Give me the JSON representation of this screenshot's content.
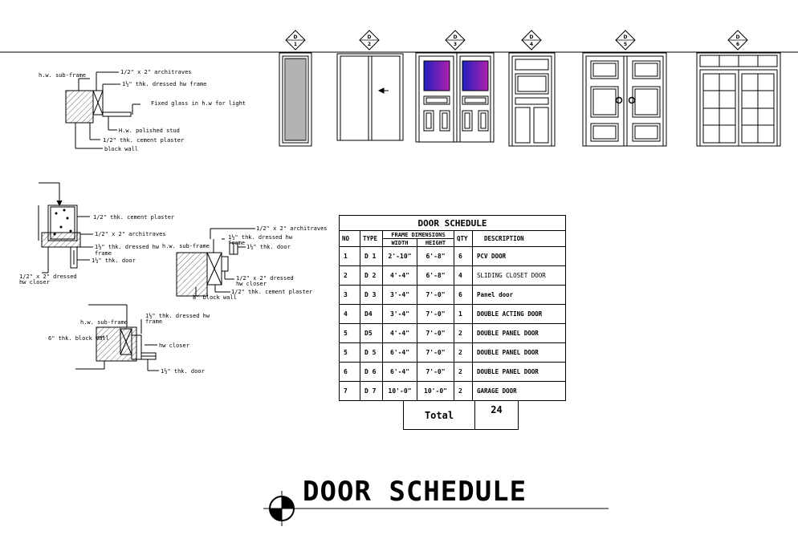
{
  "page_title": "DOOR SCHEDULE",
  "door_marks": [
    {
      "letter": "D",
      "number": "1"
    },
    {
      "letter": "D",
      "number": "2"
    },
    {
      "letter": "D",
      "number": "3"
    },
    {
      "letter": "D",
      "number": "4"
    },
    {
      "letter": "D",
      "number": "5"
    },
    {
      "letter": "D",
      "number": "6"
    }
  ],
  "detail1": {
    "sub_frame": "h.w. sub-frame",
    "architraves": "1/2\" x 2\" architraves",
    "dressed_frame": "1½\" thk. dressed hw frame",
    "fixed_glass": "Fixed glass in h.w for light",
    "polished_stud": "H.w. polished stud",
    "cement_plaster": "1/2\" thk. cement plaster",
    "block_wall": "block wall"
  },
  "detail2": {
    "cement_plaster": "1/2\" thk. cement plaster",
    "architraves": "1/2\" x 2\" architraves",
    "dressed_frame_1": "1½\" thk. dressed hw",
    "dressed_frame_2": "frame",
    "door": "1½\" thk. door",
    "closer_1": "1/2\" x 2\" dressed",
    "closer_2": "hw closer"
  },
  "detail3": {
    "architraves": "1/2\" x 2\" architraves",
    "sub_frame": "h.w. sub-frame",
    "dressed_frame_1": "1½\" thk. dressed hw",
    "dressed_frame_2": "frame",
    "door": "1½\" thk. door",
    "closer_1": "1/2\" x 2\" dressed",
    "closer_2": "hw closer",
    "cement_plaster": "1/2\" thk. cement plaster",
    "block_wall": "8\" block wall"
  },
  "detail4": {
    "sub_frame": "h.w. sub-frame",
    "dressed_frame_1": "1½\" thk. dressed hw",
    "dressed_frame_2": "frame",
    "block_wall": "6\" thk. block wall",
    "closer": "hw closer",
    "door": "1½\" thk. door"
  },
  "schedule": {
    "title": "DOOR SCHEDULE",
    "headers": {
      "no": "NO",
      "type": "TYPE",
      "frame_dimensions": "FRAME DIMENSIONS",
      "width": "WIDTH",
      "height": "HEIGHT",
      "qty": "QTY",
      "description": "DESCRIPTION"
    },
    "rows": [
      {
        "no": "1",
        "type": "D 1",
        "width": "2'-10\"",
        "height": "6'-8\"",
        "qty": "6",
        "description": "PCV DOOR"
      },
      {
        "no": "2",
        "type": "D 2",
        "width": "4'-4\"",
        "height": "6'-8\"",
        "qty": "4",
        "description": "SLIDING CLOSET DOOR"
      },
      {
        "no": "3",
        "type": "D 3",
        "width": "3'-4\"",
        "height": "7'-0\"",
        "qty": "6",
        "description": "Panel door"
      },
      {
        "no": "4",
        "type": "D4",
        "width": "3'-4\"",
        "height": "7'-0\"",
        "qty": "1",
        "description": "DOUBLE ACTING DOOR"
      },
      {
        "no": "5",
        "type": "D5",
        "width": "4'-4\"",
        "height": "7'-0\"",
        "qty": "2",
        "description": "DOUBLE PANEL DOOR"
      },
      {
        "no": "5",
        "type": "D 5",
        "width": "6'-4\"",
        "height": "7'-0\"",
        "qty": "2",
        "description": "DOUBLE PANEL DOOR"
      },
      {
        "no": "6",
        "type": "D 6",
        "width": "6'-4\"",
        "height": "7'-0\"",
        "qty": "2",
        "description": "DOUBLE PANEL DOOR"
      },
      {
        "no": "7",
        "type": "D 7",
        "width": "10'-0\"",
        "height": "10'-0\"",
        "qty": "2",
        "description": "GARAGE DOOR"
      }
    ],
    "total_label": "Total",
    "total_value": "24"
  },
  "colors": {
    "glass_blue": "#2020c0",
    "glass_magenta": "#b020b0",
    "line": "#000000"
  }
}
